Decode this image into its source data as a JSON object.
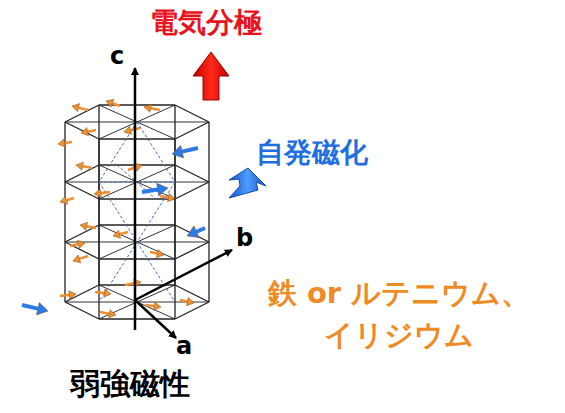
{
  "diagram": {
    "caption": "弱強磁性",
    "labels": [
      "電気分極",
      "自発磁化",
      "鉄 or ルテニウム、 イリジウム",
      "c",
      "b",
      "a"
    ]
  }
}
